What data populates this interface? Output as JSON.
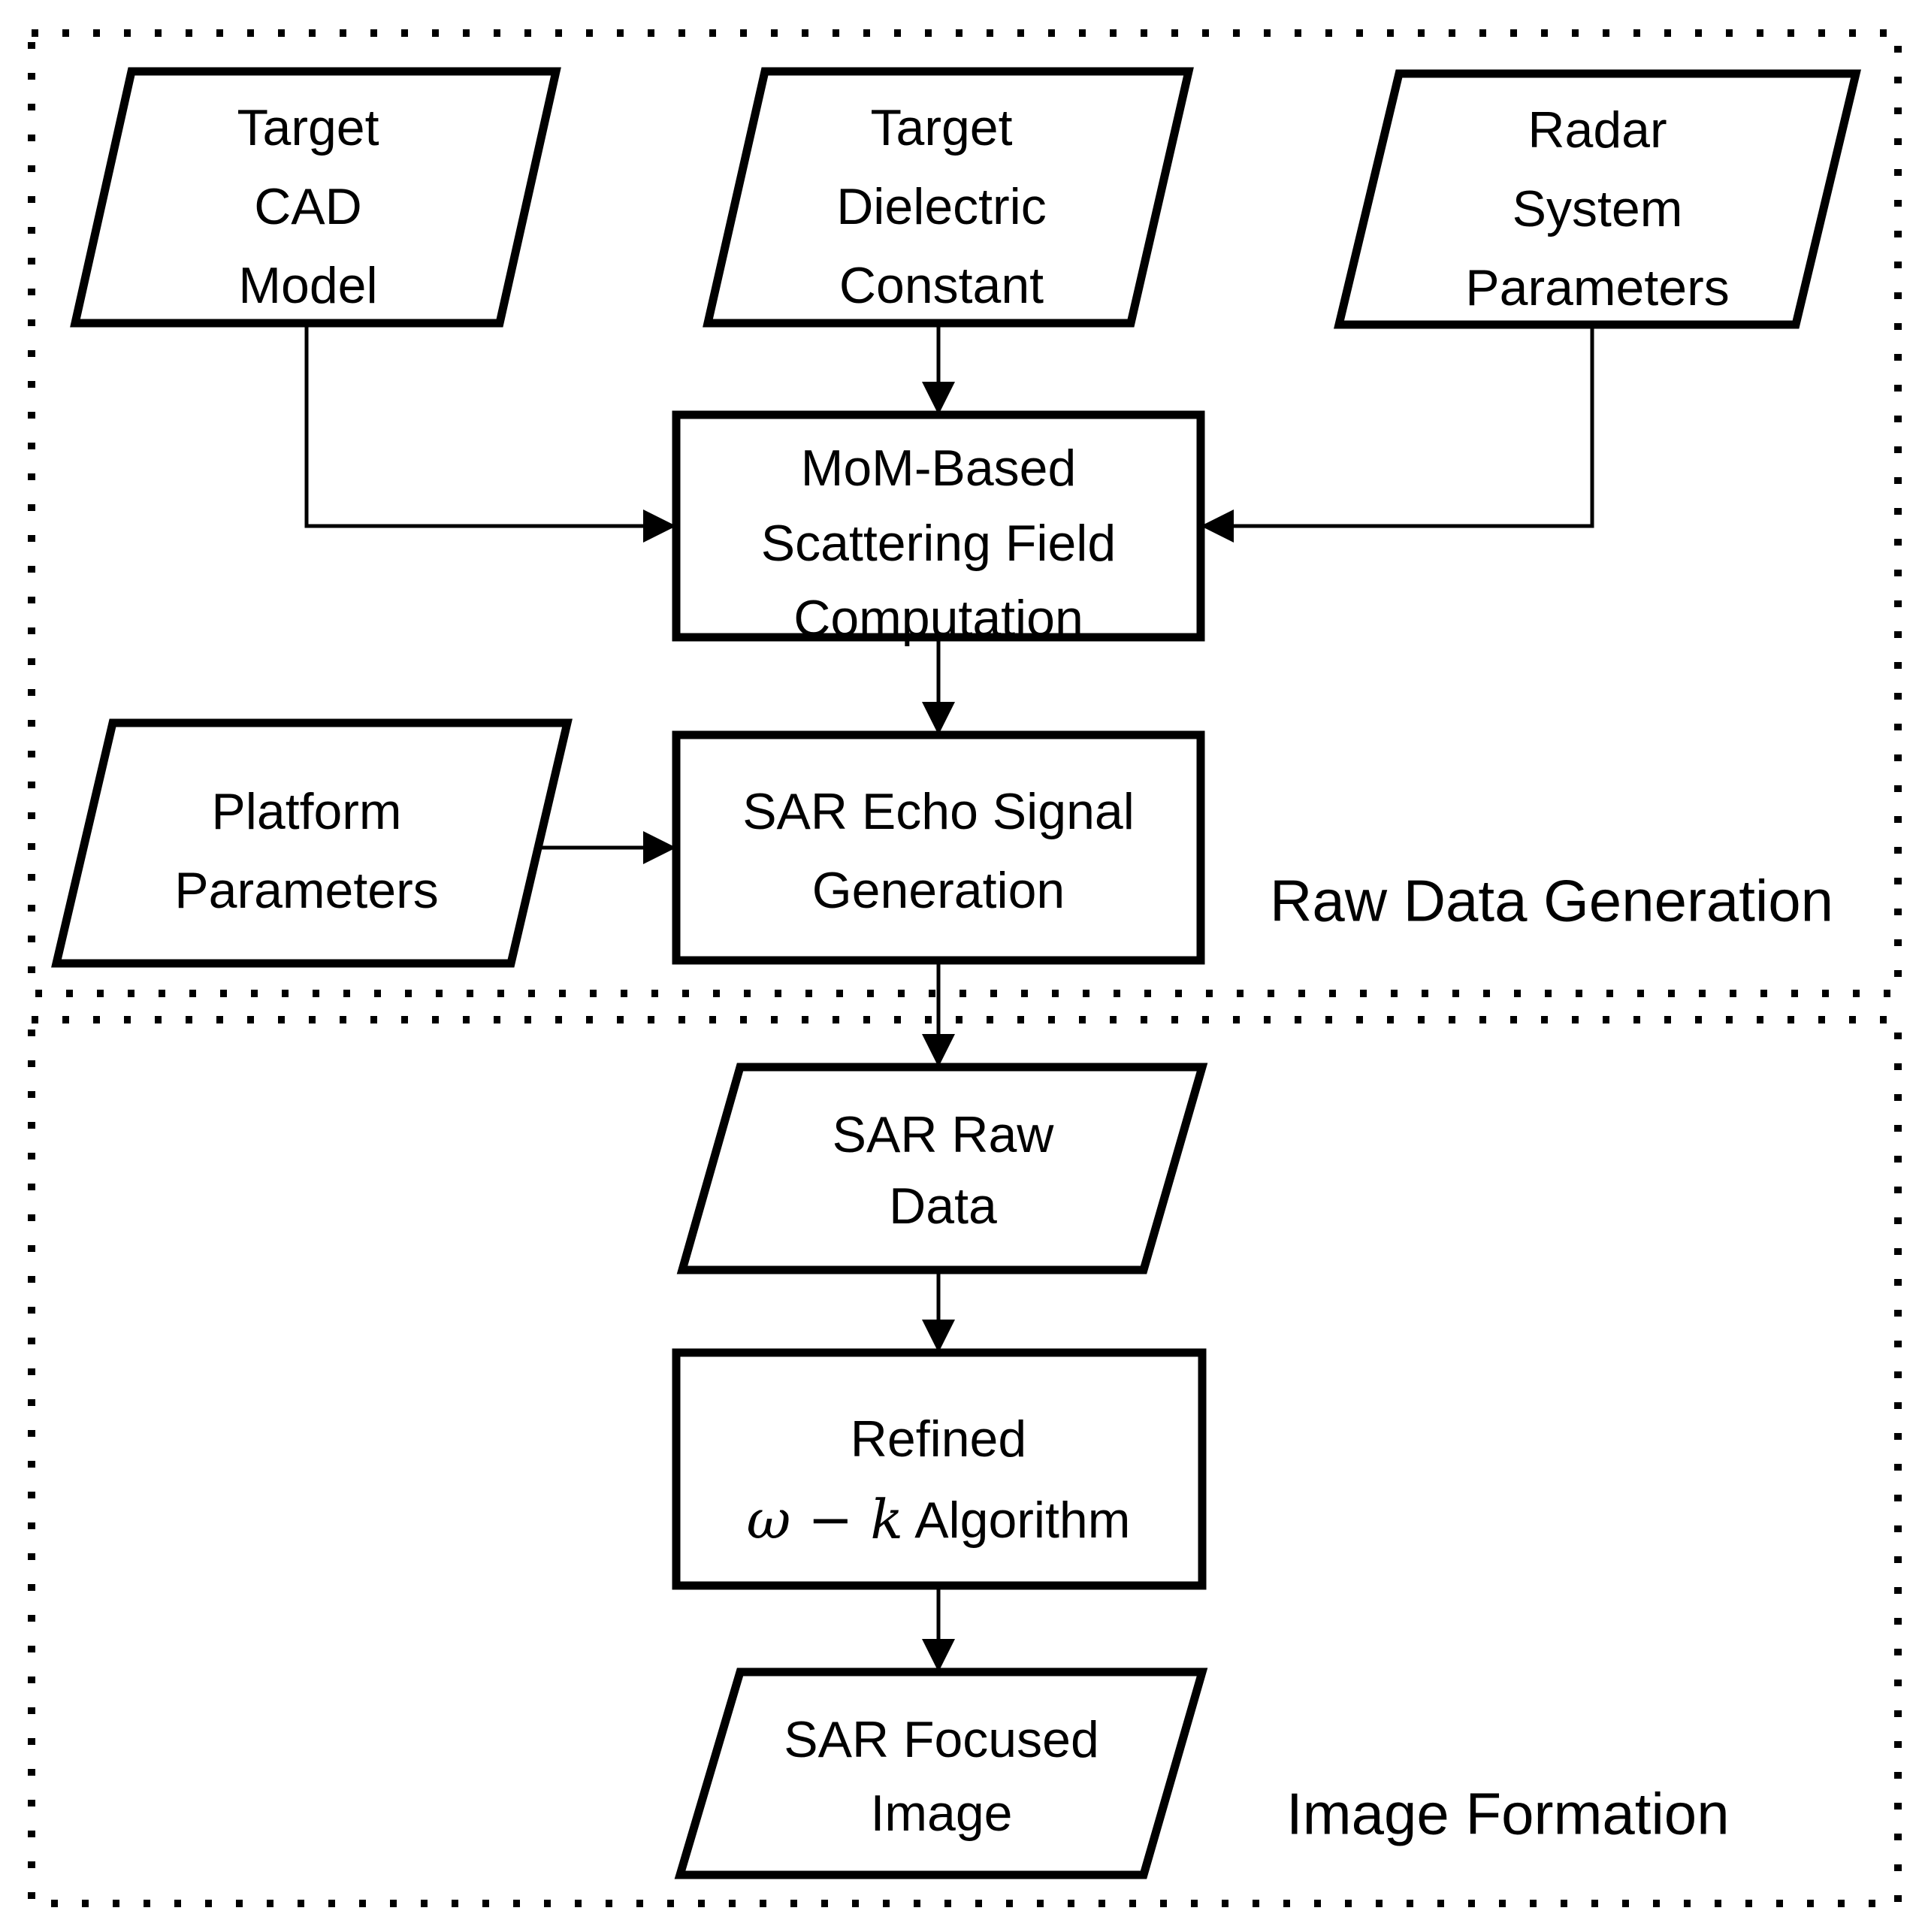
{
  "diagram": {
    "title_visible": false,
    "groups": [
      {
        "id": "raw-data-generation",
        "label": "Raw Data Generation"
      },
      {
        "id": "image-formation",
        "label": "Image Formation"
      }
    ],
    "nodes": {
      "target_cad_model": {
        "shape": "parallelogram",
        "lines": [
          "Target",
          "CAD",
          "Model"
        ]
      },
      "target_dielectric_constant": {
        "shape": "parallelogram",
        "lines": [
          "Target",
          "Dielectric",
          "Constant"
        ]
      },
      "radar_system_parameters": {
        "shape": "parallelogram",
        "lines": [
          "Radar",
          "System",
          "Parameters"
        ]
      },
      "mom_scattering": {
        "shape": "rectangle",
        "lines": [
          "MoM-Based",
          "Scattering Field",
          "Computation"
        ]
      },
      "platform_parameters": {
        "shape": "parallelogram",
        "lines": [
          "Platform",
          "Parameters"
        ]
      },
      "sar_echo_signal_generation": {
        "shape": "rectangle",
        "lines": [
          "SAR Echo Signal",
          "Generation"
        ]
      },
      "sar_raw_data": {
        "shape": "parallelogram",
        "lines": [
          "SAR Raw",
          "Data"
        ]
      },
      "refined_omega_k": {
        "shape": "rectangle",
        "lines": [
          "Refined"
        ],
        "formula_prefix": "ω − k",
        "formula_suffix": " Algorithm"
      },
      "sar_focused_image": {
        "shape": "parallelogram",
        "lines": [
          "SAR Focused",
          "Image"
        ]
      }
    },
    "edges": [
      {
        "from": "target_cad_model",
        "to": "mom_scattering",
        "style": "elbow",
        "arrow": "right"
      },
      {
        "from": "target_dielectric_constant",
        "to": "mom_scattering",
        "style": "straight",
        "arrow": "down"
      },
      {
        "from": "radar_system_parameters",
        "to": "mom_scattering",
        "style": "elbow",
        "arrow": "left"
      },
      {
        "from": "mom_scattering",
        "to": "sar_echo_signal_generation",
        "style": "straight",
        "arrow": "down"
      },
      {
        "from": "platform_parameters",
        "to": "sar_echo_signal_generation",
        "style": "straight",
        "arrow": "right"
      },
      {
        "from": "sar_echo_signal_generation",
        "to": "sar_raw_data",
        "style": "straight",
        "arrow": "down"
      },
      {
        "from": "sar_raw_data",
        "to": "refined_omega_k",
        "style": "straight",
        "arrow": "down"
      },
      {
        "from": "refined_omega_k",
        "to": "sar_focused_image",
        "style": "straight",
        "arrow": "down"
      }
    ],
    "colors": {
      "stroke": "#000000",
      "fill": "#ffffff",
      "background": "#ffffff"
    }
  }
}
